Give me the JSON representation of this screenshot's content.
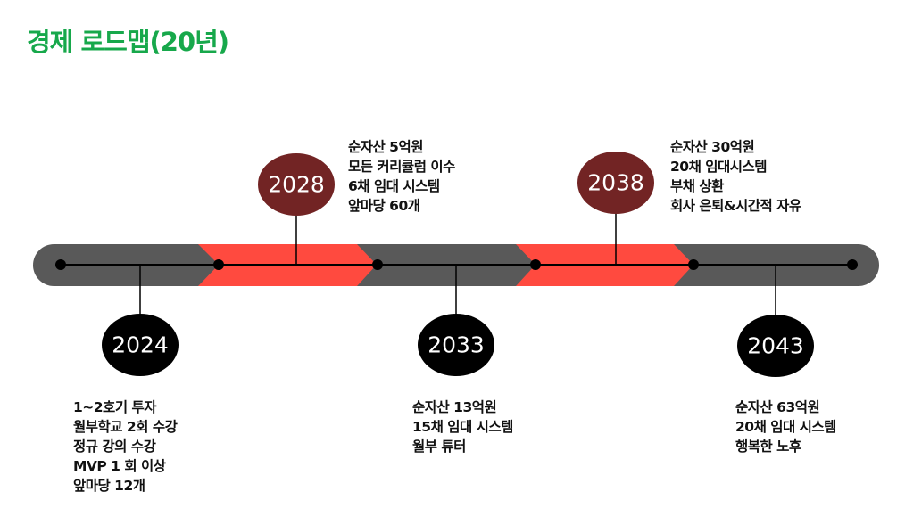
{
  "title": "경제 로드맵(20년)",
  "colors": {
    "title": "#17a84b",
    "track": "#595959",
    "accent": "#ff4a3f",
    "milestone_up": "#722424",
    "milestone_down": "#000000"
  },
  "milestones": [
    {
      "year": "2024",
      "lines": [
        "1~2호기 투자",
        "월부학교 2회 수강",
        "정규 강의 수강",
        "MVP 1 회 이상",
        "앞마당 12개"
      ]
    },
    {
      "year": "2028",
      "lines": [
        "순자산 5억원",
        "모든 커리큘럼 이수",
        "6채 임대 시스템",
        "앞마당 60개"
      ]
    },
    {
      "year": "2033",
      "lines": [
        "순자산 13억원",
        "15채 임대 시스템",
        "월부 튜터"
      ]
    },
    {
      "year": "2038",
      "lines": [
        "순자산 30억원",
        "20채 임대시스템",
        "부채 상환",
        "회사 은퇴&시간적 자유"
      ]
    },
    {
      "year": "2043",
      "lines": [
        "순자산 63억원",
        "20채 임대 시스템",
        "행복한 노후"
      ]
    }
  ]
}
